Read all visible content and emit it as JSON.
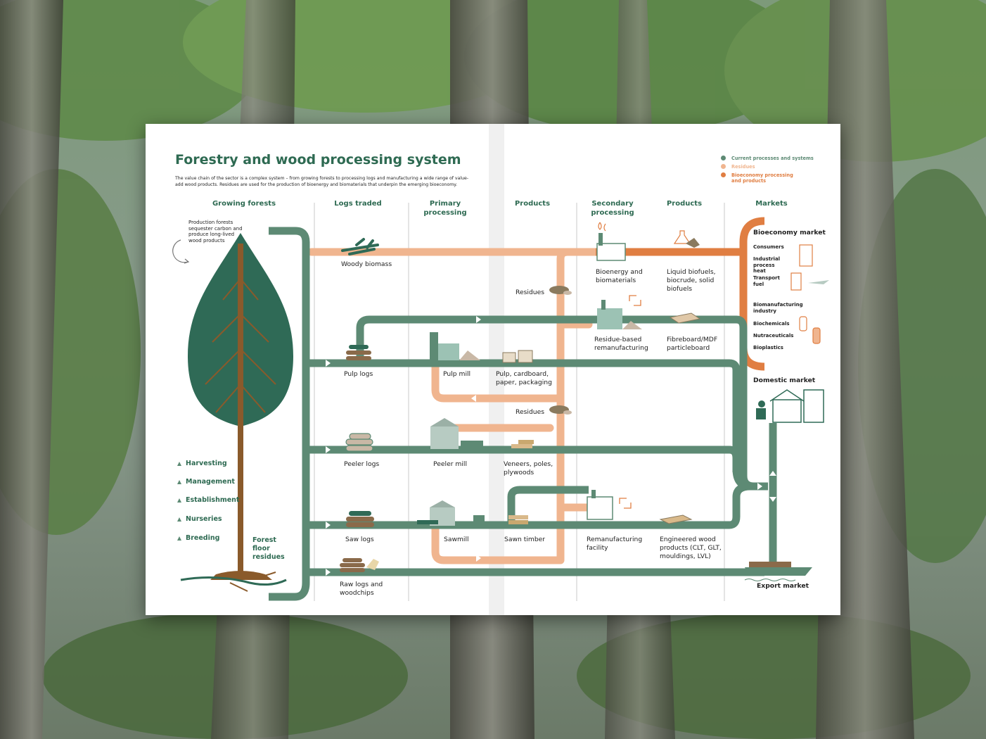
{
  "title": "Forestry and wood processing system",
  "subtitle": "The value chain of the sector is a complex system – from growing forests to processing logs and manufacturing a wide range of value-add wood products. Residues are used for the production of bioenergy and biomaterials that underpin the emerging bioeconomy.",
  "legend": [
    {
      "label": "Current processes and systems",
      "color": "#5d8a74"
    },
    {
      "label": "Residues",
      "color": "#f0b58f"
    },
    {
      "label": "Bioeconomy processing and products",
      "color": "#e07e42"
    }
  ],
  "columns": {
    "growing_forests": "Growing forests",
    "logs_traded": "Logs traded",
    "primary_processing": "Primary processing",
    "products": "Products",
    "secondary_processing": "Secondary processing",
    "products2": "Products",
    "markets": "Markets"
  },
  "forest": {
    "note": "Production forests sequester carbon and produce long-lived wood products",
    "floor_residues": "Forest floor residues",
    "stages": [
      "Harvesting",
      "Management",
      "Establishment",
      "Nurseries",
      "Breeding"
    ]
  },
  "logs": {
    "woody_biomass": "Woody biomass",
    "pulp_logs": "Pulp logs",
    "peeler_logs": "Peeler logs",
    "saw_logs": "Saw logs",
    "raw_logs": "Raw logs and woodchips"
  },
  "primary": {
    "pulp_mill": "Pulp mill",
    "peeler_mill": "Peeler mill",
    "sawmill": "Sawmill"
  },
  "products": {
    "residues_1": "Residues",
    "pulp_products": "Pulp, cardboard, paper, packaging",
    "residues_2": "Residues",
    "veneers": "Veneers, poles, plywoods",
    "sawn_timber": "Sawn timber"
  },
  "secondary": {
    "bioenergy": "Bioenergy and biomaterials",
    "residue_based": "Residue-based remanufacturing",
    "remanufacturing": "Remanufacturing facility"
  },
  "products2": {
    "liquid_biofuels": "Liquid biofuels, biocrude, solid biofuels",
    "fibreboard": "Fibreboard/MDF particleboard",
    "engineered": "Engineered wood products (CLT, GLT, mouldings, LVL)"
  },
  "markets": {
    "bioeconomy": "Bioeconomy market",
    "consumers": "Consumers",
    "industrial_heat": "Industrial process heat",
    "transport_fuel": "Transport fuel",
    "biomanufacturing": "Biomanufacturing industry",
    "biochemicals": "Biochemicals",
    "nutraceuticals": "Nutraceuticals",
    "bioplastics": "Bioplastics",
    "domestic": "Domestic market",
    "export": "Export market"
  }
}
